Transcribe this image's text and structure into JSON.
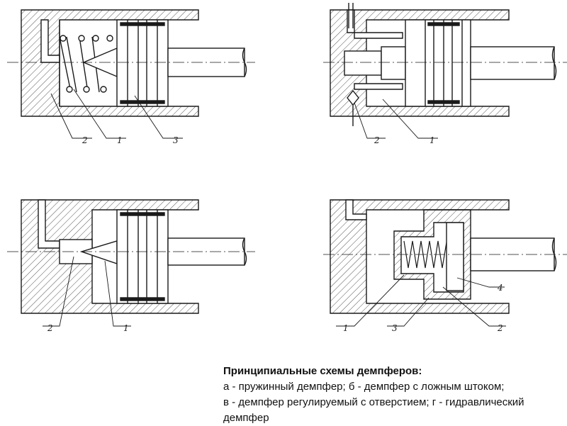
{
  "caption": {
    "title": "Принципиальные схемы демпферов:",
    "line1": "а - пружинный демпфер; б - демпфер с ложным штоком;",
    "line2": "в - демпфер регулируемый с отверстием; г - гидравлический демпфер"
  },
  "diagrams": {
    "a": {
      "labels": [
        "2",
        "1",
        "3"
      ]
    },
    "b": {
      "labels": [
        "2",
        "1"
      ]
    },
    "v": {
      "labels": [
        "2",
        "1"
      ]
    },
    "g": {
      "labels": [
        "1",
        "3",
        "2",
        "4"
      ]
    }
  },
  "colors": {
    "line": "#1a1a1a",
    "hatch": "#555555",
    "background": "#ffffff"
  }
}
